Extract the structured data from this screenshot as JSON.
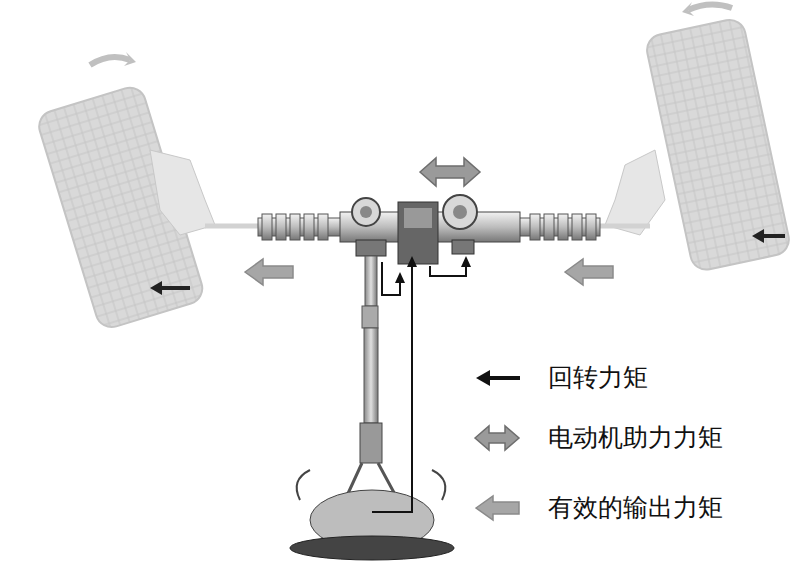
{
  "diagram": {
    "legend": [
      {
        "text": "回转力矩"
      },
      {
        "text": "电动机助力力矩"
      },
      {
        "text": "有效的输出力矩"
      }
    ]
  }
}
